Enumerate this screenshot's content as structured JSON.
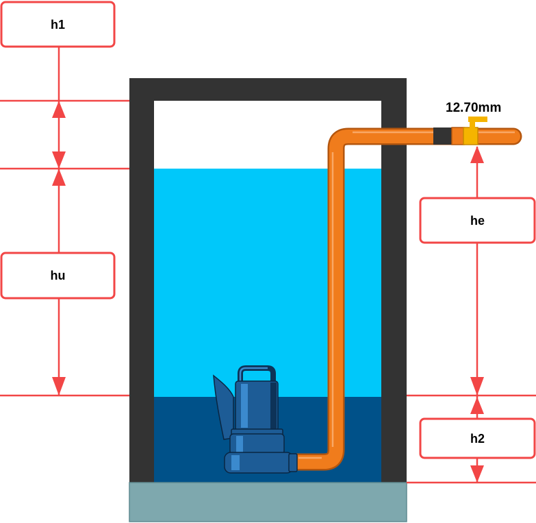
{
  "labels": {
    "h1": "h1",
    "hu": "hu",
    "he": "he",
    "h2": "h2",
    "outlet_size": "12.70mm"
  },
  "colors": {
    "dimension": "#f24646",
    "label_box_fill": "#ffffff",
    "wall": "#333333",
    "air": "#ffffff",
    "water_upper": "#00c8fa",
    "water_lower": "#005189",
    "base": "#7ea8ae",
    "pipe": "#f07c1c",
    "pipe_outline": "#b4560e",
    "coupling": "#333333",
    "valve": "#f5b400",
    "pump": "#1d5c96",
    "pump_dark": "#0d3358",
    "pump_light": "#3b8ace"
  }
}
